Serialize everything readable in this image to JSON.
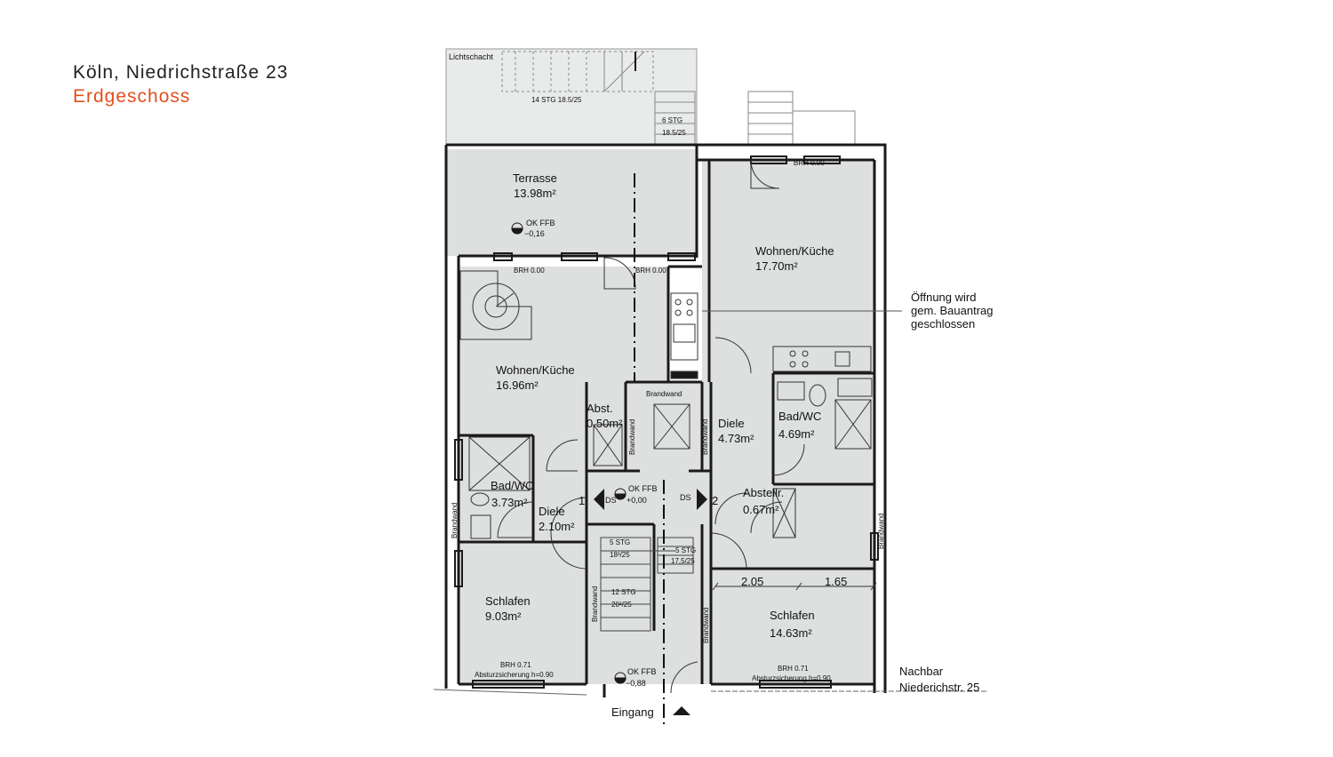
{
  "header": {
    "title": "Köln, Niedrichstraße 23",
    "subtitle": "Erdgeschoss",
    "accent_color": "#e0501e"
  },
  "plan": {
    "colors": {
      "floor": "#dde0df",
      "wall": "#1a1a1a",
      "line": "#555555",
      "light": "#999999"
    },
    "top": {
      "lichtschacht": "Lichtschacht",
      "stair_main": "14 STG 18.5/25",
      "stair6_a": "6 STG",
      "stair6_b": "18.5/25",
      "brh_top": "BRH 0.00"
    },
    "rooms": {
      "terrasse": {
        "name": "Terrasse",
        "area": "13.98m²"
      },
      "wk_left": {
        "name": "Wohnen/Küche",
        "area": "16.96m²"
      },
      "wk_right": {
        "name": "Wohnen/Küche",
        "area": "17.70m²"
      },
      "abst": {
        "name": "Abst.",
        "area": "0.50m²"
      },
      "bad_left": {
        "name": "Bad/WC",
        "area": "3.73m²"
      },
      "diele_left": {
        "name": "Diele",
        "area": "2.10m²"
      },
      "diele_right": {
        "name": "Diele",
        "area": "4.73m²"
      },
      "bad_right": {
        "name": "Bad/WC",
        "area": "4.69m²"
      },
      "abstellr": {
        "name": "Abstellr.",
        "area": "0.67m²"
      },
      "schlafen_left": {
        "name": "Schlafen",
        "area": "9.03m²"
      },
      "schlafen_right": {
        "name": "Schlafen",
        "area": "14.63m²"
      }
    },
    "levels": {
      "terrasse_a": "OK FFB",
      "terrasse_b": "−0,16",
      "hall_a": "OK FFB",
      "hall_b": "+0,00",
      "entry_a": "OK FFB",
      "entry_b": "−0,88"
    },
    "brh": {
      "left_top": "BRH 0.00",
      "mid_top": "BRH 0.00",
      "left_bottom": "BRH 0.71",
      "right_bottom": "BRH 0.71",
      "absturz_left": "Absturzsicherung h=0.90",
      "absturz_right": "Absturzsicherung h=0.90"
    },
    "walls": {
      "brandwand_top": "Brandwand",
      "brandwand_v1": "Brandwand",
      "brandwand_v2": "Brandwand",
      "brandwand_left": "Brandwand",
      "brandwand_right": "Brandwand",
      "brandwand_v3": "Brandwand",
      "brandwand_v4": "Brandwand"
    },
    "stairs": {
      "s5a_a": "5 STG",
      "s5a_b": "18³/25",
      "s5b_a": "5 STG",
      "s5b_b": "17,5/25",
      "s12_a": "12 STG",
      "s12_b": "20²/25"
    },
    "units": {
      "u1": "1",
      "u2": "2",
      "ds1": "DS",
      "ds2": "DS"
    },
    "dims": {
      "d1": "2.05",
      "d2": "1.65"
    },
    "eingang": "Eingang",
    "note": [
      "Öffnung wird",
      "gem. Bauantrag",
      "geschlossen"
    ],
    "nachbar": [
      "Nachbar",
      "Niederichstr. 25"
    ]
  }
}
